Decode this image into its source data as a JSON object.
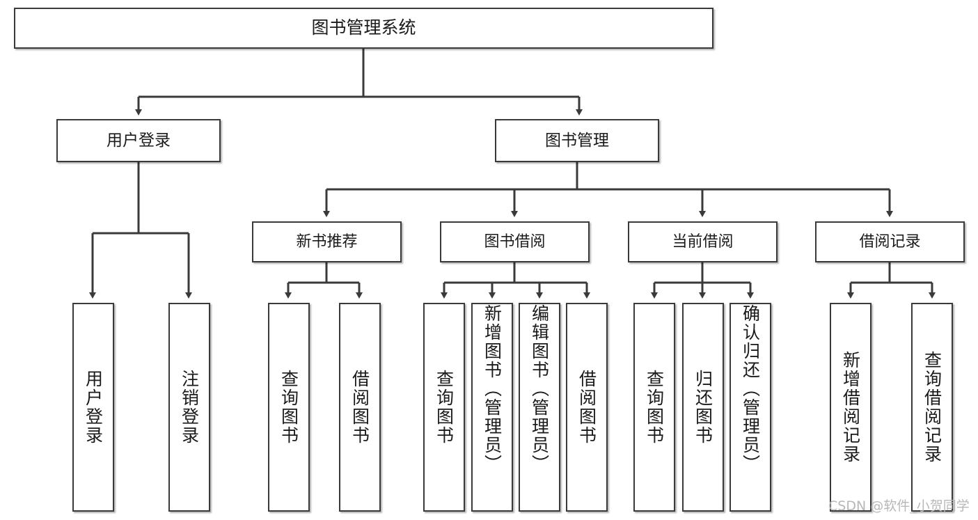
{
  "diagram": {
    "title": "图书管理系统",
    "root": {
      "name": "图书管理系统"
    },
    "level2": [
      {
        "name": "用户登录"
      },
      {
        "name": "图书管理"
      }
    ],
    "level3": [
      {
        "name": "新书推荐"
      },
      {
        "name": "图书借阅"
      },
      {
        "name": "当前借阅"
      },
      {
        "name": "借阅记录"
      }
    ],
    "leaves": {
      "user_login": [
        {
          "name": "用户登录"
        },
        {
          "name": "注销登录"
        }
      ],
      "new_book_recommend": [
        {
          "name": "查询图书"
        },
        {
          "name": "借阅图书"
        }
      ],
      "book_borrow": [
        {
          "name": "查询图书"
        },
        {
          "name": "新增图书（管理员）"
        },
        {
          "name": "编辑图书（管理员）"
        },
        {
          "name": "借阅图书"
        }
      ],
      "current_borrow": [
        {
          "name": "查询图书"
        },
        {
          "name": "归还图书"
        },
        {
          "name": "确认归还（管理员）"
        }
      ],
      "borrow_record": [
        {
          "name": "新增借阅记录"
        },
        {
          "name": "查询借阅记录"
        }
      ]
    },
    "watermark": "CSDN @软件_小贺同学",
    "colors": {
      "box_border": "#3a3a3a",
      "box_fill": "#ffffff",
      "connector": "#3a3a3a",
      "text": "#1a1a1a",
      "watermark": "#b8b8b8"
    }
  }
}
